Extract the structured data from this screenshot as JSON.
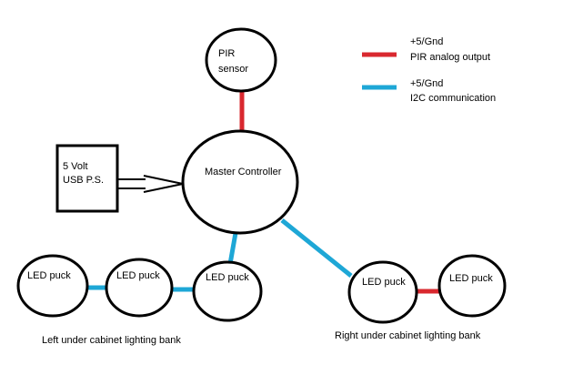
{
  "nodes": {
    "pir": {
      "line1": "PIR",
      "line2": "sensor"
    },
    "master": {
      "label": "Master Controller"
    },
    "power": {
      "line1": "5 Volt",
      "line2": "USB P.S."
    },
    "left_pucks": [
      {
        "label": "LED puck"
      },
      {
        "label": "LED puck"
      },
      {
        "label": "LED puck"
      }
    ],
    "right_pucks": [
      {
        "label": "LED puck"
      },
      {
        "label": "LED puck"
      }
    ]
  },
  "banks": {
    "left": "Left under cabinet lighting bank",
    "right": "Right under cabinet lighting bank"
  },
  "legend": {
    "items": [
      {
        "line1": "+5/Gnd",
        "line2": "PIR analog output",
        "color": "#d9282f"
      },
      {
        "line1": "+5/Gnd",
        "line2": "I2C communication",
        "color": "#1ea7d6"
      }
    ]
  },
  "colors": {
    "pir_link": "#d9282f",
    "i2c_link": "#1ea7d6",
    "outline": "#000000"
  }
}
